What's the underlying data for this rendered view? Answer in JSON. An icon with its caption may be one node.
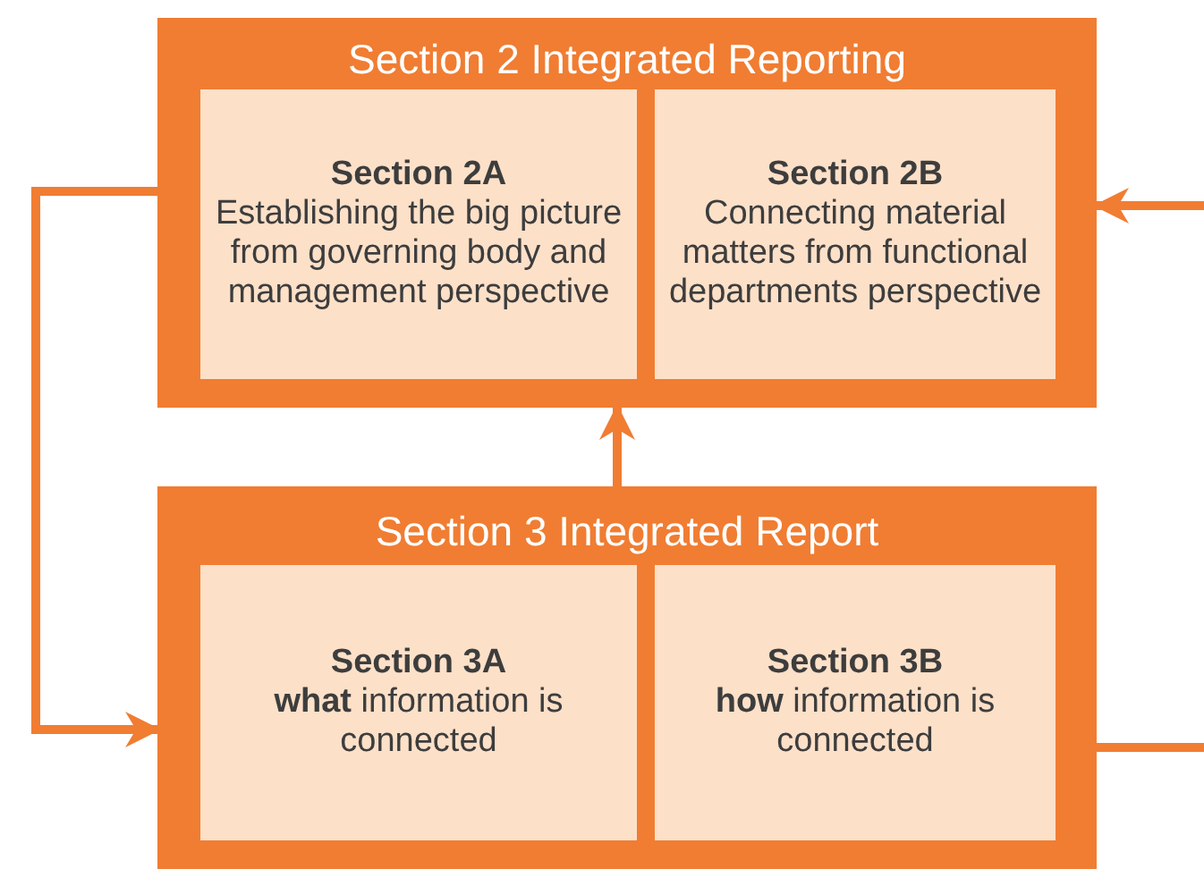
{
  "diagram": {
    "nodes": [
      {
        "text": [
          "Section 2 Integrated Reporting"
        ]
      },
      {
        "text": [
          "Section 2A",
          "Establishing the big picture from governing body and management perspective"
        ],
        "in": 0
      },
      {
        "text": [
          "Section 2B",
          "Connecting material matters from functional departments perspective"
        ],
        "in": 0
      },
      {
        "text": [
          "Section 3 Integrated Report"
        ]
      },
      {
        "text": [
          "Section 3A",
          "**what** information is connected"
        ],
        "in": 3
      },
      {
        "text": [
          "Section 3B",
          "**how** information is connected"
        ],
        "in": 3
      }
    ],
    "edges": [
      {
        "from": 3,
        "to": 0,
        "arrow": "to"
      },
      {
        "from": 0,
        "to": 3,
        "arrow": "to"
      },
      {
        "from": null,
        "to": 0,
        "arrow": "to"
      },
      {
        "from": 3,
        "to": null,
        "arrow": "none"
      }
    ]
  }
}
